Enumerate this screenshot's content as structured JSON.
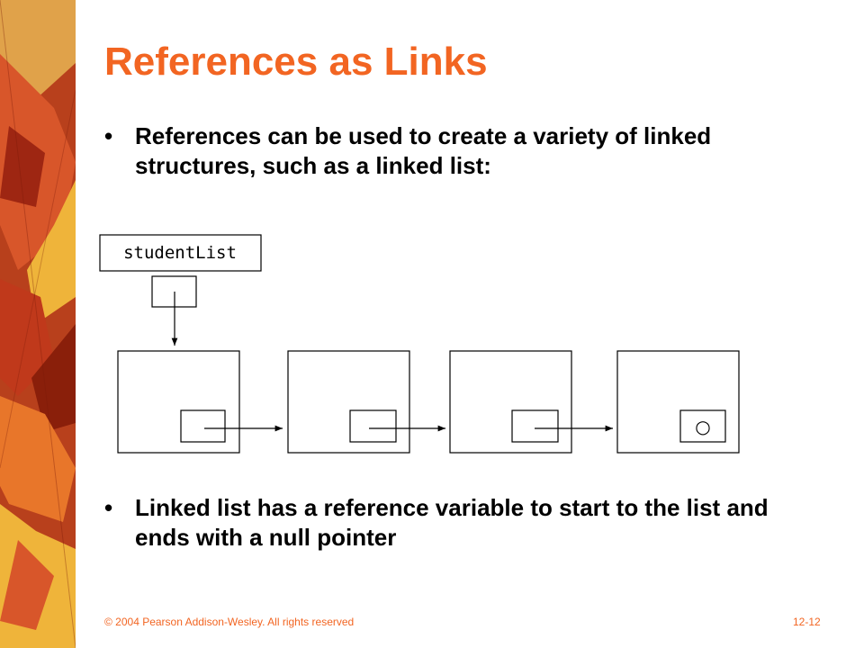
{
  "slide": {
    "title": "References as Links",
    "bullets": [
      {
        "marker": "•",
        "text": "References can be used to create a variety of linked structures, such as a linked list:"
      },
      {
        "marker": "•",
        "text": "Linked list has a reference variable to start to the list and ends with a null pointer"
      }
    ]
  },
  "diagram": {
    "variable_name": "studentList",
    "node_count": 4,
    "null_marker": "○"
  },
  "footer": {
    "copyright": "© 2004 Pearson Addison-Wesley. All rights reserved",
    "page": "12-12"
  },
  "colors": {
    "title": "#f26522",
    "footer": "#f26522",
    "leaf_dark": "#8a1f0a",
    "leaf_red": "#c0391b",
    "leaf_orange": "#e8762a",
    "leaf_yellow": "#efb43a"
  }
}
